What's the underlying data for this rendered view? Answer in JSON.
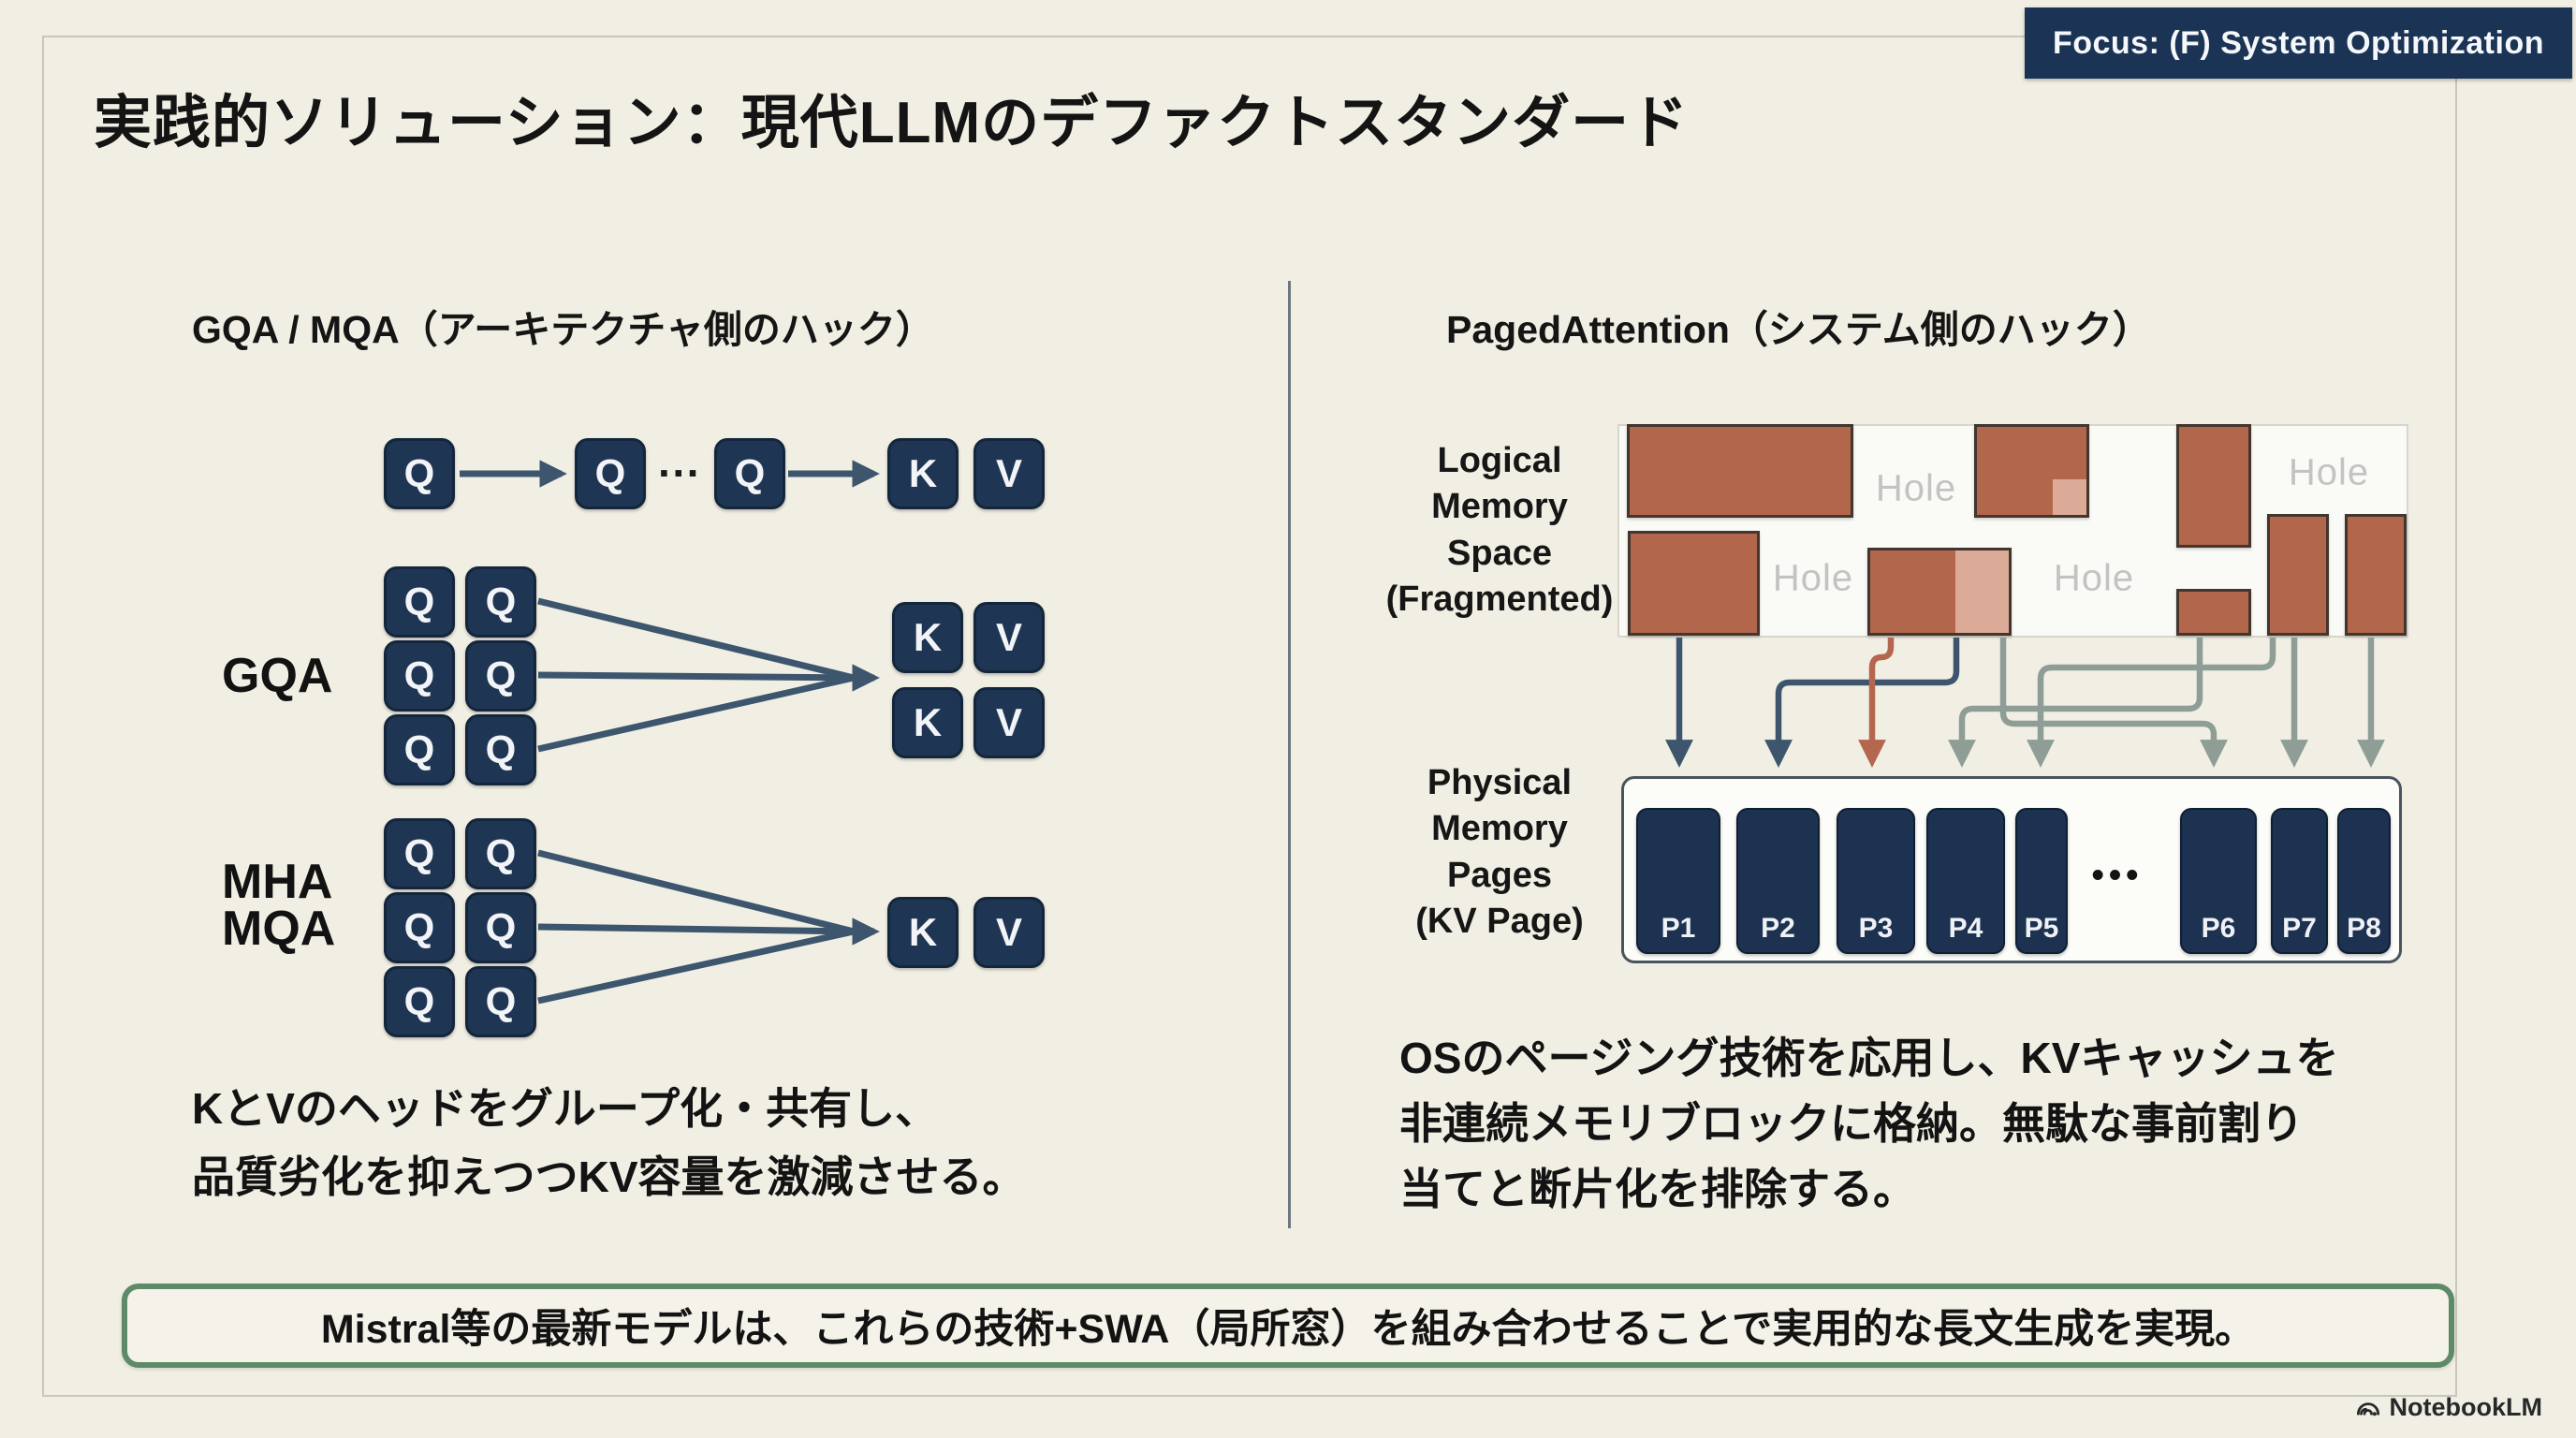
{
  "badge": {
    "label": "Focus: (F) System Optimization"
  },
  "title": "実践的ソリューション：現代LLMのデファクトスタンダード",
  "left_panel": {
    "heading": "GQA / MQA（アーキテクチャ側のハック）",
    "row_labels": {
      "mha": "MHA",
      "gqa": "GQA",
      "mqa": "MQA"
    },
    "labels": {
      "q": "Q",
      "k": "K",
      "v": "V",
      "ellipsis": "···"
    },
    "description_line1": "KとVのヘッドをグループ化・共有し、",
    "description_line2": "品質劣化を抑えつつKV容量を激減させる。"
  },
  "right_panel": {
    "heading": "PagedAttention（システム側のハック）",
    "logical_label_lines": [
      "Logical",
      "Memory",
      "Space",
      "(Fragmented)"
    ],
    "hole_label": "Hole",
    "physical_label_lines": [
      "Physical",
      "Memory",
      "Pages",
      "(KV Page)"
    ],
    "pages": [
      "P1",
      "P2",
      "P3",
      "P4",
      "P5",
      "P6",
      "P7",
      "P8"
    ],
    "pages_ellipsis": "•••",
    "description_line1": "OSのページング技術を応用し、KVキャッシュを",
    "description_line2": "非連続メモリブロックに格納。無駄な事前割り",
    "description_line3": "当てと断片化を排除する。"
  },
  "callout": {
    "text": "Mistral等の最新モデルは、これらの技術+SWA（局所窓）を組み合わせることで実用的な長文生成を実現。"
  },
  "watermark": {
    "label": "NotebookLM"
  },
  "colors": {
    "background": "#f1efe3",
    "badge_navy": "#1b3455",
    "box_navy": "#1e3553",
    "block_rust": "#b2664c",
    "block_rust_light": "#dcab97",
    "arrow_slate": "#3d566e",
    "arrow_orange": "#b4674e",
    "arrow_green": "#8e9e96",
    "callout_green": "#5d8a68",
    "hole_gray": "#c3c3c1"
  }
}
